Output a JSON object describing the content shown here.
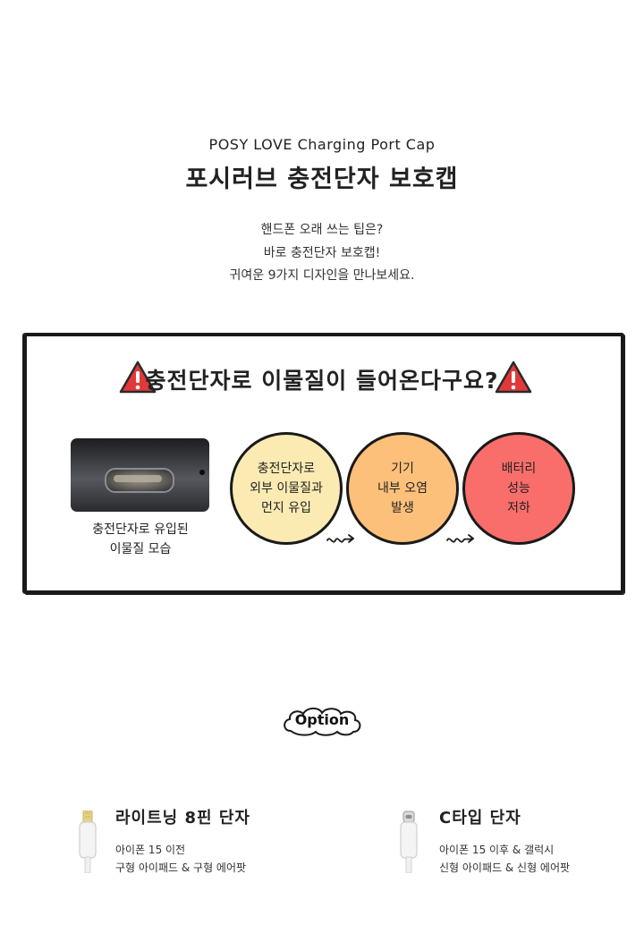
{
  "header": {
    "en_title": "POSY LOVE Charging Port Cap",
    "ko_title": "포시러브 충전단자 보호캡"
  },
  "intro": {
    "line1": "핸드폰 오래 쓰는 팁은?",
    "line2": "바로 충전단자 보호캡!",
    "line3": "귀여운 9가지 디자인을 만나보세요."
  },
  "warning_box": {
    "headline": "충전단자로 이물질이 들어온다구요?",
    "photo_caption_line1": "충전단자로 유입된",
    "photo_caption_line2": "이물질 모습",
    "steps": [
      {
        "lines": [
          "충전단자로",
          "외부 이물질과",
          "먼지 유입"
        ],
        "color": "#fbeab2"
      },
      {
        "lines": [
          "기기",
          "내부 오염",
          "발생"
        ],
        "color": "#fdc07a"
      },
      {
        "lines": [
          "배터리",
          "성능",
          "저하"
        ],
        "color": "#f96e6b"
      }
    ]
  },
  "option": {
    "label": "Option",
    "items": [
      {
        "title": "라이트닝 8핀 단자",
        "desc1": "아이폰 15 이전",
        "desc2": "구형 아이패드 & 구형 에어팟",
        "icon": "lightning-plug-icon"
      },
      {
        "title": "C타입 단자",
        "desc1": "아이폰 15 이후 & 갤럭시",
        "desc2": "신형 아이패드 & 신형 에어팟",
        "icon": "usb-c-plug-icon"
      }
    ]
  },
  "colors": {
    "warning_red": "#e2383a",
    "frame": "#1a1a1a"
  }
}
